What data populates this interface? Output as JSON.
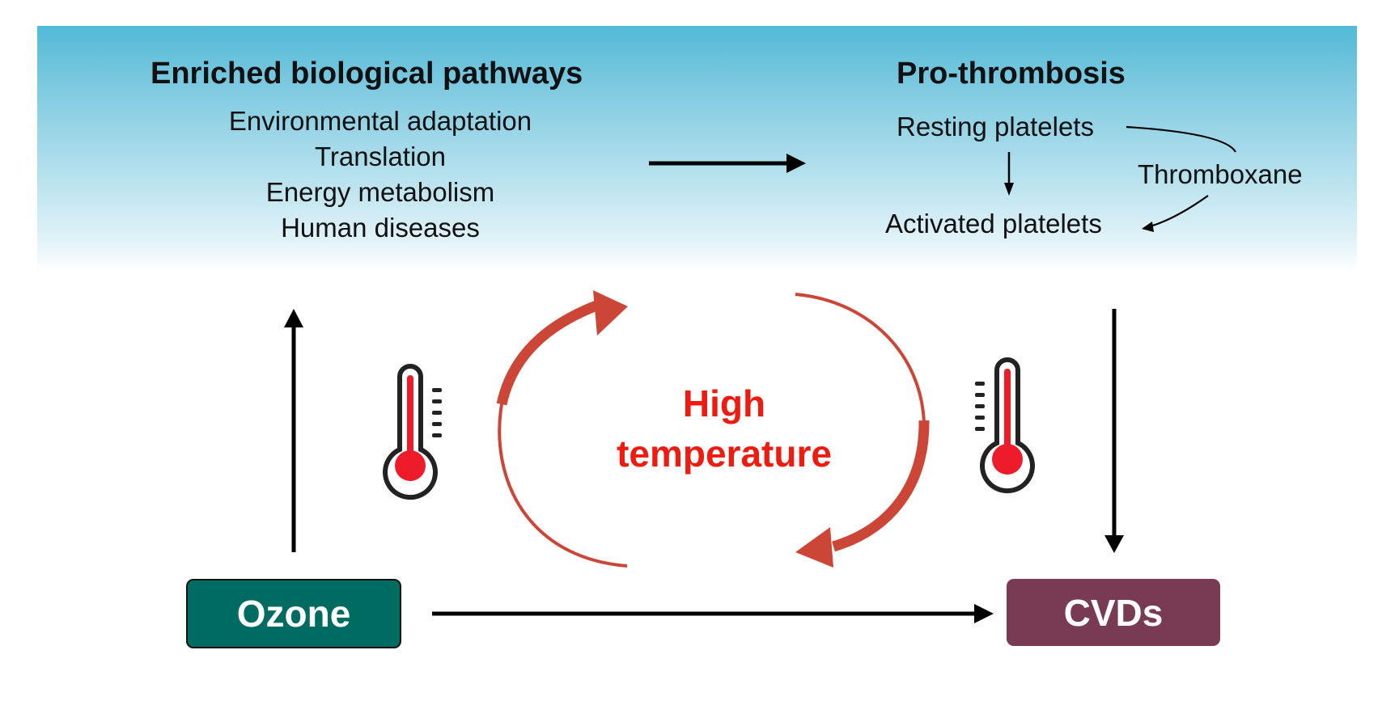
{
  "pathways": {
    "title": "Enriched biological pathways",
    "items": [
      "Environmental adaptation",
      "Translation",
      "Energy metabolism",
      "Human diseases"
    ]
  },
  "thrombosis": {
    "title": "Pro-thrombosis",
    "resting": "Resting platelets",
    "activated": "Activated platelets",
    "mediator": "Thromboxane"
  },
  "center": {
    "line1": "High",
    "line2": "temperature"
  },
  "nodes": {
    "exposure": "Ozone",
    "outcome": "CVDs"
  },
  "colors": {
    "ozone": "#006b61",
    "cvds": "#793a54",
    "cycle_arrow": "#cc4637",
    "high_temp_text": "#ee1c10",
    "thermometer_fill": "#ee1c2b",
    "banner_top": "#52b9d6"
  }
}
